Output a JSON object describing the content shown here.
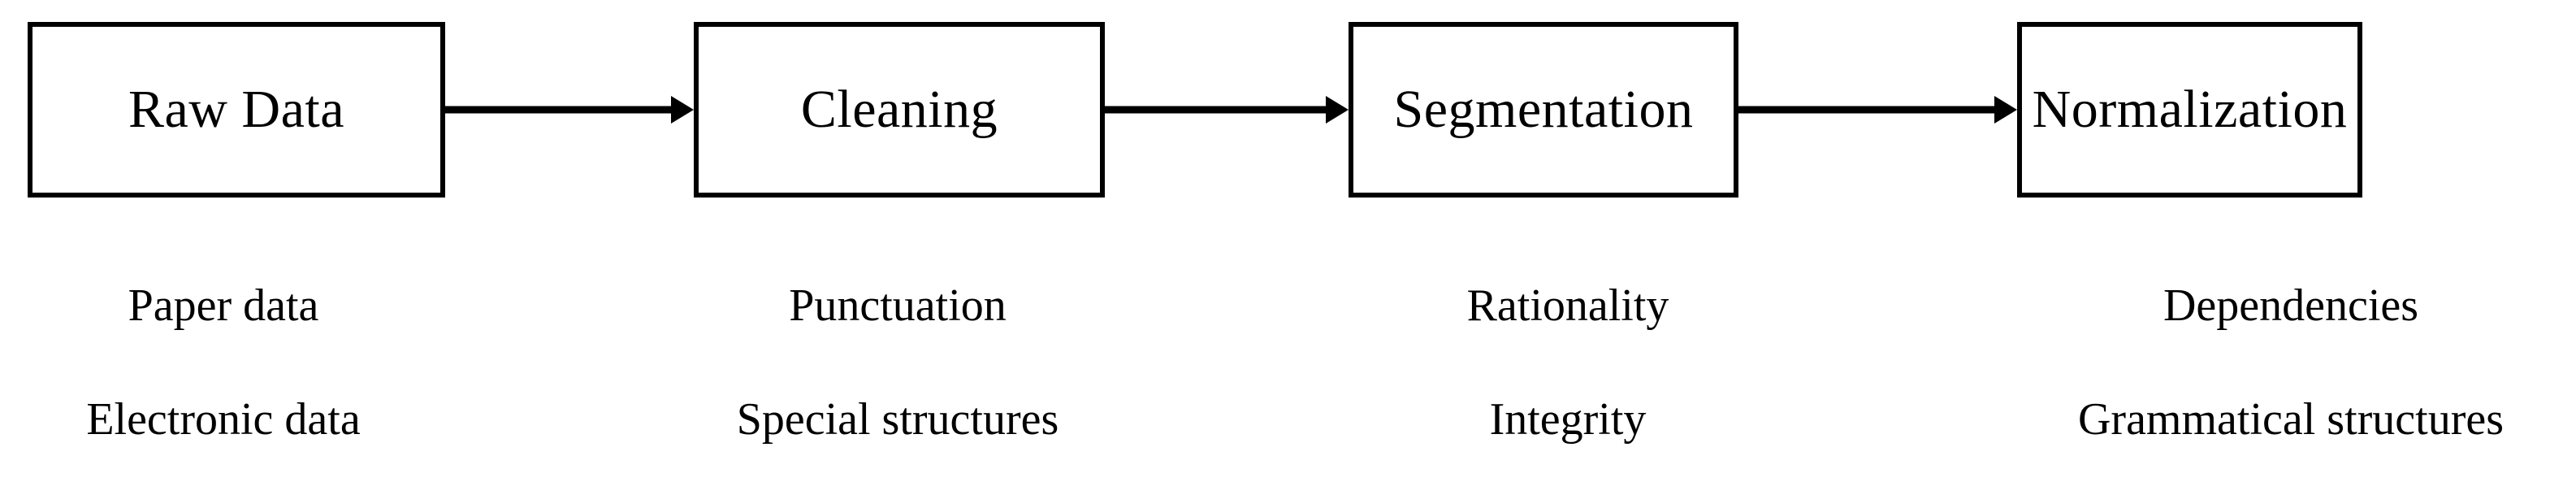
{
  "diagram": {
    "type": "flowchart",
    "orientation": "left-to-right",
    "background_color": "#ffffff",
    "line_color": "#000000",
    "text_color": "#000000",
    "stages": [
      {
        "id": "raw-data",
        "label": "Raw Data",
        "attributes": [
          "Paper data",
          "Electronic data"
        ]
      },
      {
        "id": "cleaning",
        "label": "Cleaning",
        "attributes": [
          "Punctuation",
          "Special structures"
        ]
      },
      {
        "id": "segmentation",
        "label": "Segmentation",
        "attributes": [
          "Rationality",
          "Integrity"
        ]
      },
      {
        "id": "normalization",
        "label": "Normalization",
        "attributes": [
          "Dependencies",
          "Grammatical structures"
        ]
      }
    ],
    "connectors": [
      {
        "id": "arrow-1",
        "from": "raw-data",
        "to": "cleaning",
        "style": "solid-arrow"
      },
      {
        "id": "arrow-2",
        "from": "cleaning",
        "to": "segmentation",
        "style": "solid-arrow"
      },
      {
        "id": "arrow-3",
        "from": "segmentation",
        "to": "normalization",
        "style": "solid-arrow"
      }
    ]
  }
}
